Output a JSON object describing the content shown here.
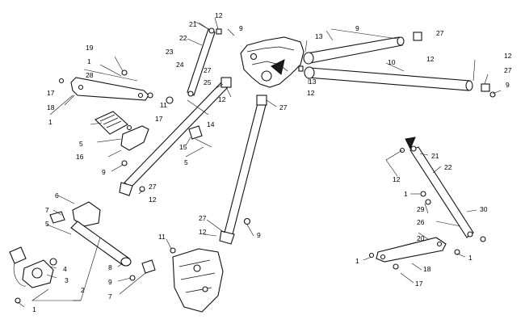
{
  "diagram": {
    "type": "exploded-parts-diagram",
    "callouts": [
      {
        "id": "c21a",
        "text": "21"
      },
      {
        "id": "c12a",
        "text": "12"
      },
      {
        "id": "c9a",
        "text": "9"
      },
      {
        "id": "c22a",
        "text": "22"
      },
      {
        "id": "c23",
        "text": "23"
      },
      {
        "id": "c24",
        "text": "24"
      },
      {
        "id": "c19",
        "text": "19"
      },
      {
        "id": "c1a",
        "text": "1"
      },
      {
        "id": "c28",
        "text": "28"
      },
      {
        "id": "c17a",
        "text": "17"
      },
      {
        "id": "c18a",
        "text": "18"
      },
      {
        "id": "c1b",
        "text": "1"
      },
      {
        "id": "c17b",
        "text": "17"
      },
      {
        "id": "c11a",
        "text": "11"
      },
      {
        "id": "c25",
        "text": "25"
      },
      {
        "id": "c27a",
        "text": "27"
      },
      {
        "id": "c12b",
        "text": "12"
      },
      {
        "id": "c13a",
        "text": "13"
      },
      {
        "id": "c9b",
        "text": "9"
      },
      {
        "id": "c27b",
        "text": "27"
      },
      {
        "id": "c12c",
        "text": "12"
      },
      {
        "id": "c10",
        "text": "10"
      },
      {
        "id": "c13b",
        "text": "13"
      },
      {
        "id": "c12d",
        "text": "12"
      },
      {
        "id": "c12e",
        "text": "12"
      },
      {
        "id": "c27c",
        "text": "27"
      },
      {
        "id": "c9c",
        "text": "9"
      },
      {
        "id": "c27d",
        "text": "27"
      },
      {
        "id": "c14",
        "text": "14"
      },
      {
        "id": "c5a",
        "text": "5"
      },
      {
        "id": "c16",
        "text": "16"
      },
      {
        "id": "c15",
        "text": "15"
      },
      {
        "id": "c5b",
        "text": "5"
      },
      {
        "id": "c9d",
        "text": "9"
      },
      {
        "id": "c27e",
        "text": "27"
      },
      {
        "id": "c12f",
        "text": "12"
      },
      {
        "id": "c6",
        "text": "6"
      },
      {
        "id": "c7a",
        "text": "7"
      },
      {
        "id": "c5c",
        "text": "5"
      },
      {
        "id": "c27f",
        "text": "27"
      },
      {
        "id": "c12g",
        "text": "12"
      },
      {
        "id": "c9e",
        "text": "9"
      },
      {
        "id": "c11b",
        "text": "11"
      },
      {
        "id": "c4",
        "text": "4"
      },
      {
        "id": "c3",
        "text": "3"
      },
      {
        "id": "c2",
        "text": "2"
      },
      {
        "id": "c8",
        "text": "8"
      },
      {
        "id": "c9f",
        "text": "9"
      },
      {
        "id": "c7b",
        "text": "7"
      },
      {
        "id": "c1c",
        "text": "1"
      },
      {
        "id": "c21b",
        "text": "21"
      },
      {
        "id": "c22b",
        "text": "22"
      },
      {
        "id": "c12h",
        "text": "12"
      },
      {
        "id": "c1d",
        "text": "1"
      },
      {
        "id": "c29",
        "text": "29"
      },
      {
        "id": "c30",
        "text": "30"
      },
      {
        "id": "c26",
        "text": "26"
      },
      {
        "id": "c20",
        "text": "20"
      },
      {
        "id": "c1e",
        "text": "1"
      },
      {
        "id": "c18b",
        "text": "18"
      },
      {
        "id": "c1f",
        "text": "1"
      },
      {
        "id": "c17c",
        "text": "17"
      }
    ]
  }
}
